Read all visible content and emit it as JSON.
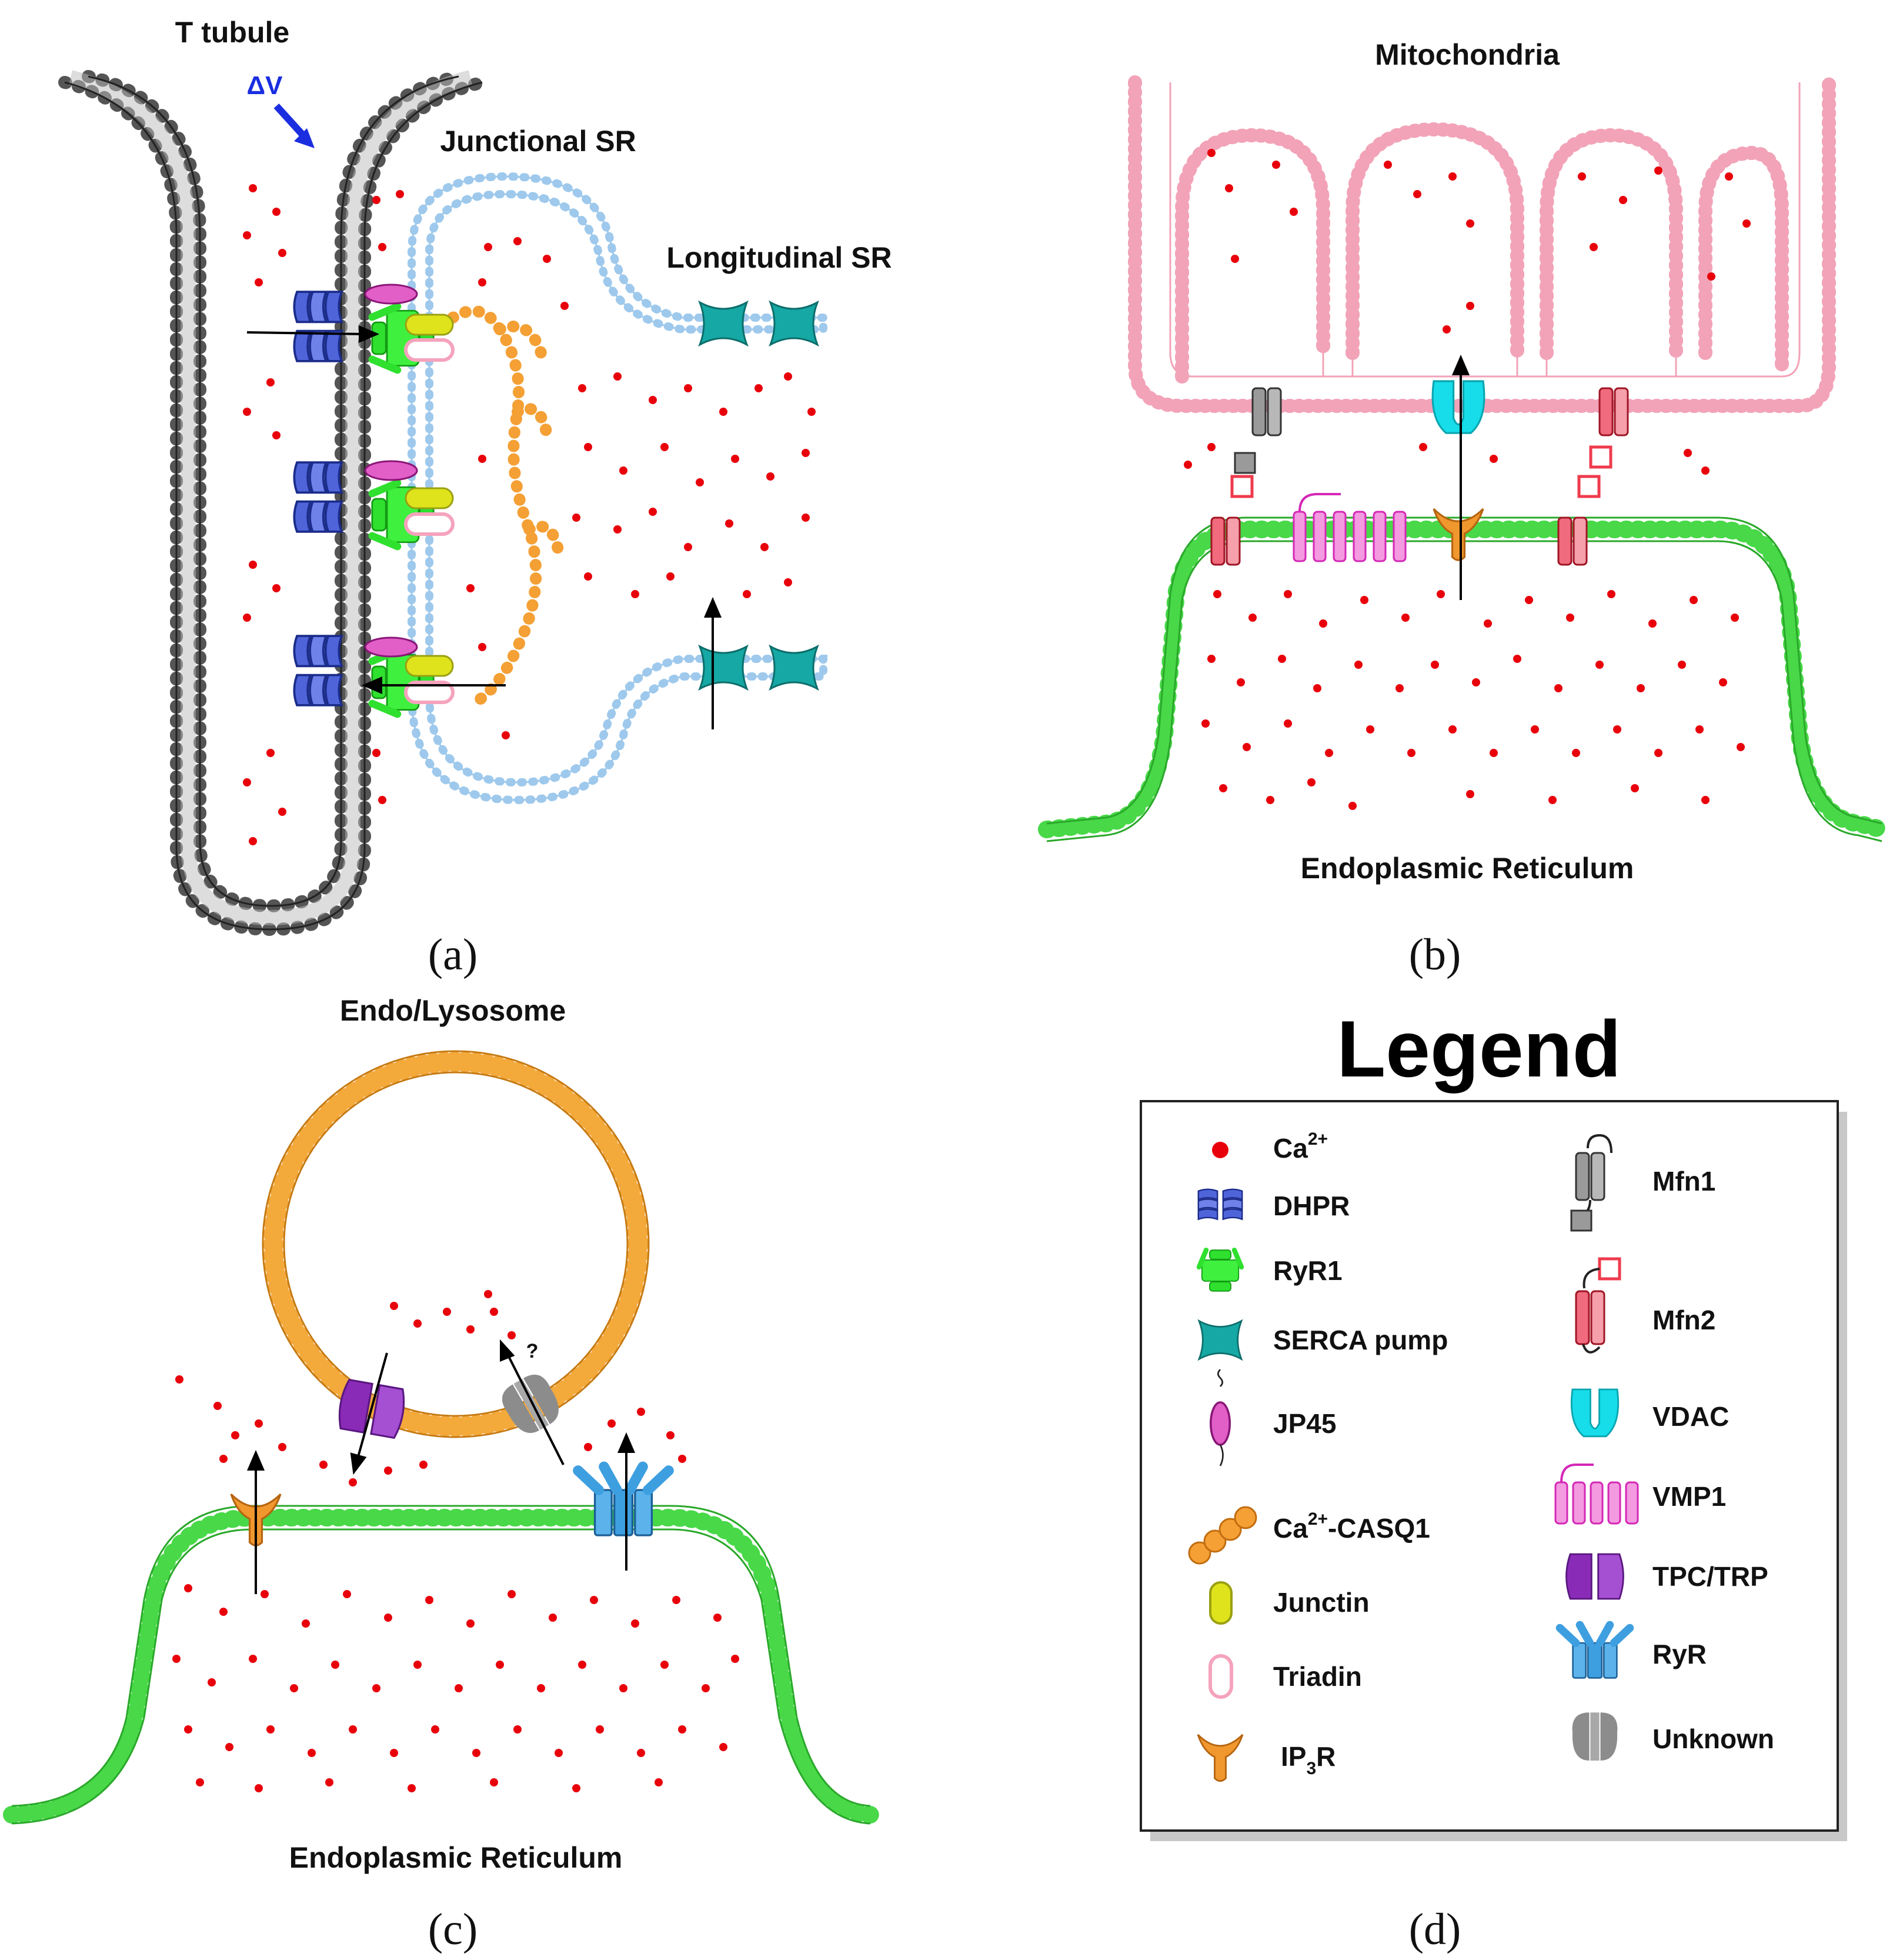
{
  "panel_a": {
    "caption": "(a)",
    "t_tubule": "T tubule",
    "delta_v": "ΔV",
    "junctional_sr": "Junctional SR",
    "longitudinal_sr": "Longitudinal SR"
  },
  "panel_b": {
    "caption": "(b)",
    "mitochondria": "Mitochondria",
    "er": "Endoplasmic Reticulum"
  },
  "panel_c": {
    "caption": "(c)",
    "endolysosome": "Endo/Lysosome",
    "question": "?",
    "er": "Endoplasmic Reticulum"
  },
  "panel_d": {
    "caption": "(d)",
    "title": "Legend",
    "items_left": [
      {
        "label": "Ca",
        "sup": "2+",
        "icon": "calcium-dot-icon"
      },
      {
        "label": "DHPR",
        "icon": "dhpr-icon"
      },
      {
        "label": "RyR1",
        "icon": "ryr1-icon"
      },
      {
        "label": "SERCA pump",
        "icon": "serca-pump-icon"
      },
      {
        "label": "JP45",
        "icon": "jp45-icon"
      },
      {
        "label": "Ca",
        "sup": "2+",
        "post": "-CASQ1",
        "icon": "casq1-icon"
      },
      {
        "label": "Junctin",
        "icon": "junctin-icon"
      },
      {
        "label": "Triadin",
        "icon": "triadin-icon"
      },
      {
        "label": "IP",
        "sub": "3",
        "post": "R",
        "icon": "ip3r-icon"
      }
    ],
    "items_right": [
      {
        "label": "Mfn1",
        "icon": "mfn1-icon"
      },
      {
        "label": "Mfn2",
        "icon": "mfn2-icon"
      },
      {
        "label": "VDAC",
        "icon": "vdac-icon"
      },
      {
        "label": "VMP1",
        "icon": "vmp1-icon"
      },
      {
        "label": "TPC/TRP",
        "icon": "tpc-trp-icon"
      },
      {
        "label": "RyR",
        "icon": "ryr-icon"
      },
      {
        "label": "Unknown",
        "icon": "unknown-channel-icon"
      }
    ]
  },
  "colors": {
    "calcium": "#e8000b",
    "t_tubule": "#8a8a8a",
    "sr": "#9ec9ec",
    "mitochondria": "#f2a3b8",
    "er": "#48d848",
    "lysosome": "#f4a93b",
    "dhpr": "#4f64d9",
    "ryr1": "#2fe02f",
    "serca": "#16a8a4",
    "jp45": "#e25fc8",
    "casq1": "#f4a035",
    "junctin": "#dfe31c",
    "triadin": "#f5b3c7",
    "ip3r": "#f0972e",
    "mfn1": "#9a9a9a",
    "mfn2": "#ef6b7d",
    "vdac": "#16dde9",
    "vmp1": "#e040c6",
    "tpc": "#8a2bb8",
    "ryr": "#3e9fe0",
    "unknown": "#8c8c8c"
  }
}
